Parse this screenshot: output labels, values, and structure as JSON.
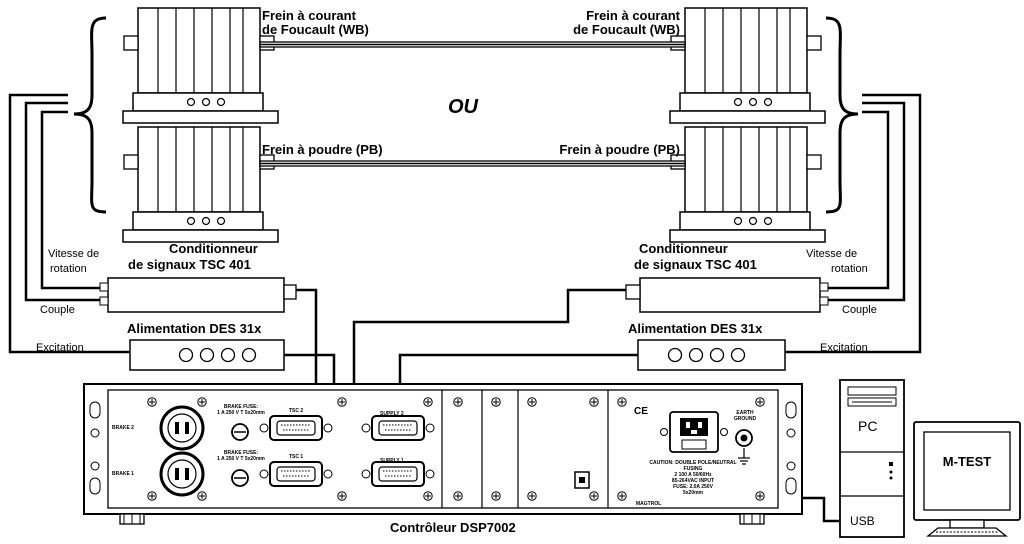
{
  "labels": {
    "wb_left": [
      "Frein à courant",
      "de Foucault (WB)"
    ],
    "wb_right": [
      "Frein à courant",
      "de Foucault (WB)"
    ],
    "ou": "OU",
    "pb_left": "Frein à poudre (PB)",
    "pb_right": "Frein à poudre (PB)",
    "cond_left": [
      "Conditionneur",
      "de signaux TSC 401"
    ],
    "cond_right": [
      "Conditionneur",
      "de signaux TSC 401"
    ],
    "speed_left": [
      "Vitesse de",
      "rotation"
    ],
    "speed_right": [
      "Vitesse de",
      "rotation"
    ],
    "couple_left": "Couple",
    "couple_right": "Couple",
    "psu_left": "Alimentation DES 31x",
    "psu_right": "Alimentation DES 31x",
    "excitation_left": "Excitation",
    "excitation_right": "Excitation",
    "controller": "Contrôleur DSP7002",
    "pc": "PC",
    "usb": "USB",
    "mtest": "M-TEST"
  },
  "panel": {
    "brake2": "BRAKE 2",
    "brake1": "BRAKE 1",
    "fuse_top": [
      "BRAKE FUSE:",
      "1 A 250 V T 5x20mm"
    ],
    "fuse_bottom": [
      "BRAKE FUSE:",
      "1 A 250 V T 5x20mm"
    ],
    "tsc2": "TSC 2",
    "tsc1": "TSC 1",
    "supply2": "SUPPLY 2",
    "supply1": "SUPPLY 1",
    "ce": "CE",
    "earth": [
      "EARTH",
      "GROUND"
    ],
    "power_info": [
      "CAUTION: DOUBLE POLE/NEUTRAL",
      "FUSING",
      "2 100 A 50/60Hz",
      "85-264VAC INPUT",
      "FUSE: 2.0A 250V",
      "5x20mm"
    ],
    "usb_port": "MAGTROL"
  }
}
